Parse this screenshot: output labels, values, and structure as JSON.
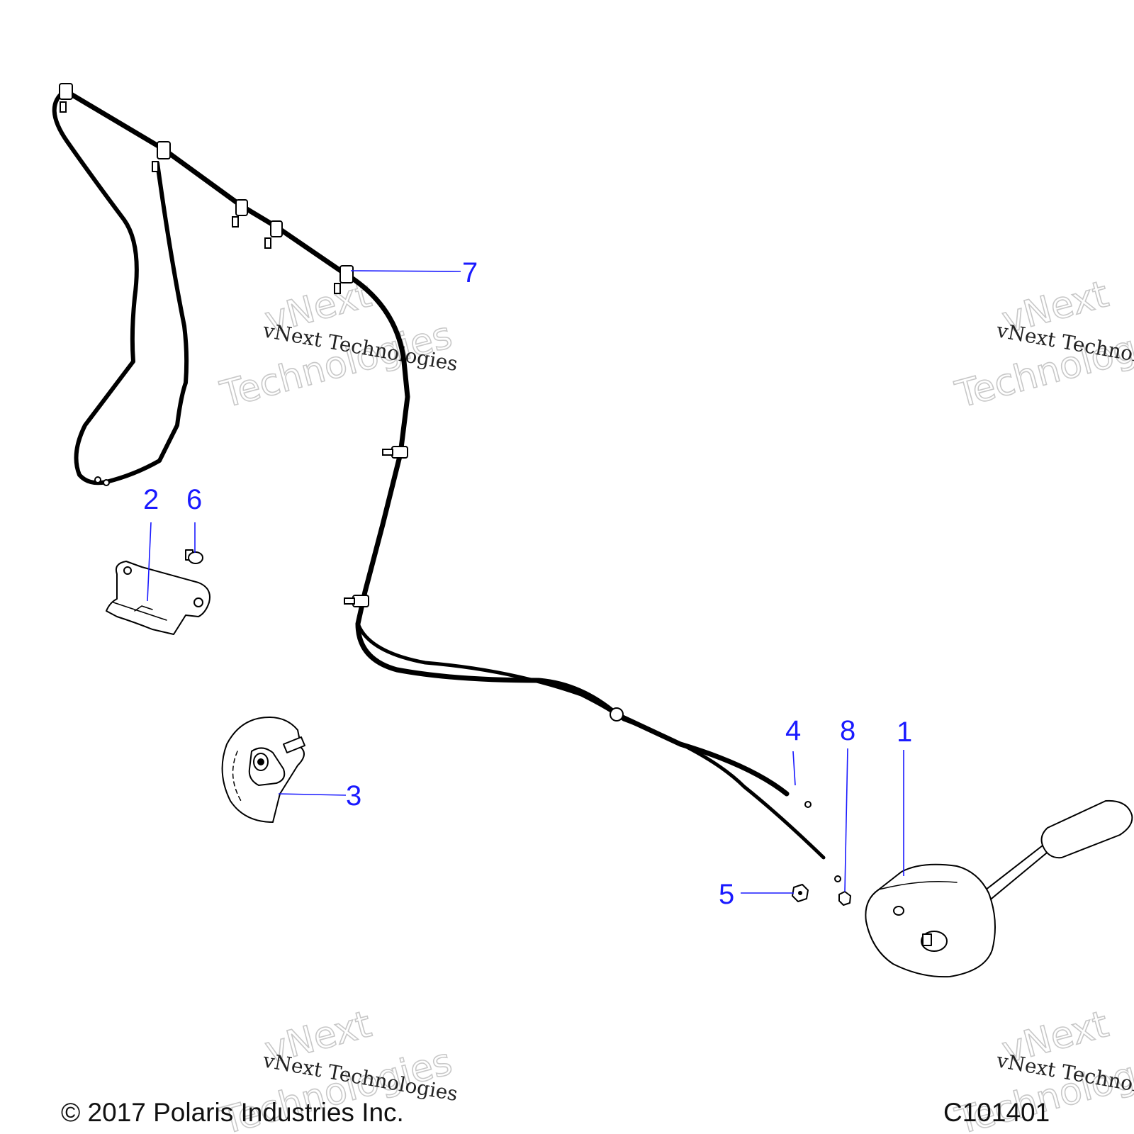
{
  "callouts": [
    {
      "id": "1",
      "label": "1"
    },
    {
      "id": "2",
      "label": "2"
    },
    {
      "id": "3",
      "label": "3"
    },
    {
      "id": "4",
      "label": "4"
    },
    {
      "id": "5",
      "label": "5"
    },
    {
      "id": "6",
      "label": "6"
    },
    {
      "id": "7",
      "label": "7"
    },
    {
      "id": "8",
      "label": "8"
    }
  ],
  "watermark": {
    "line1": "vNext",
    "line2": "Technologies",
    "caption": "vNext Technologies"
  },
  "footer": {
    "copyright": "© 2017 Polaris Industries Inc.",
    "drawing_id": "C101401"
  },
  "colors": {
    "callout": "#1a1aff",
    "linework": "#000000",
    "watermark": "#c8c8c8"
  }
}
